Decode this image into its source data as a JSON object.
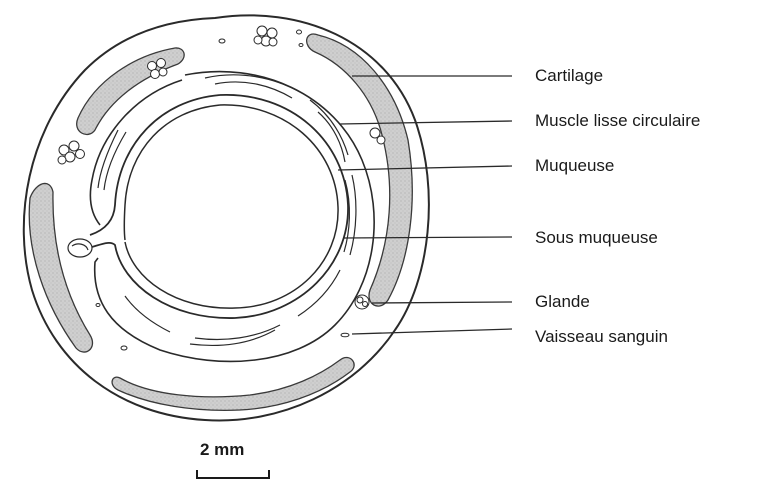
{
  "labels": {
    "cartilage": "Cartilage",
    "muscle": "Muscle lisse circulaire",
    "muqueuse": "Muqueuse",
    "sous_muqueuse": "Sous muqueuse",
    "glande": "Glande",
    "vaisseau": "Vaisseau sanguin"
  },
  "scale_bar": {
    "label": "2 mm"
  },
  "colors": {
    "outline": "#2a2a2a",
    "cartilage_fill": "#c9c9c9",
    "paper": "#ffffff"
  }
}
